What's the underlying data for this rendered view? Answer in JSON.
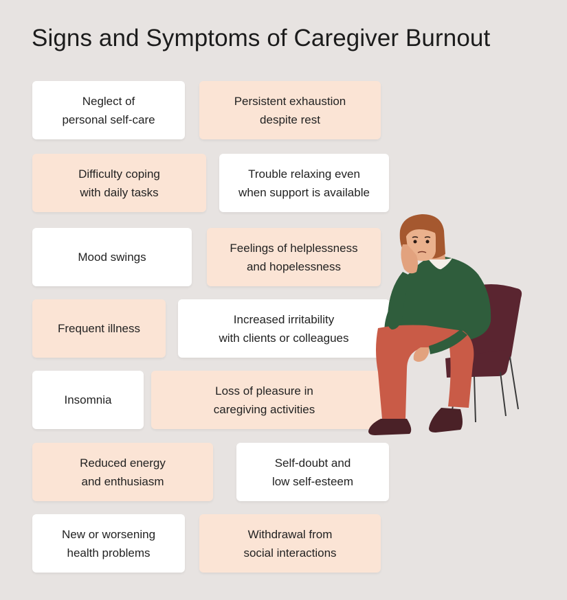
{
  "title": "Signs and Symptoms of Caregiver Burnout",
  "colors": {
    "background": "#e7e3e1",
    "card_white": "#ffffff",
    "card_peach": "#fbe4d5"
  },
  "cards": [
    {
      "lines": [
        "Neglect of",
        "personal self-care"
      ],
      "color": "white"
    },
    {
      "lines": [
        "Persistent exhaustion",
        "despite rest"
      ],
      "color": "peach"
    },
    {
      "lines": [
        "Difficulty coping",
        "with daily tasks"
      ],
      "color": "peach"
    },
    {
      "lines": [
        "Trouble relaxing even",
        "when support is available"
      ],
      "color": "white"
    },
    {
      "lines": [
        "Mood swings"
      ],
      "color": "white"
    },
    {
      "lines": [
        "Feelings of helplessness",
        "and hopelessness"
      ],
      "color": "peach"
    },
    {
      "lines": [
        "Frequent illness"
      ],
      "color": "peach"
    },
    {
      "lines": [
        "Increased irritability",
        "with clients or colleagues"
      ],
      "color": "white"
    },
    {
      "lines": [
        "Insomnia"
      ],
      "color": "white"
    },
    {
      "lines": [
        "Loss of pleasure in",
        "caregiving activities"
      ],
      "color": "peach"
    },
    {
      "lines": [
        "Reduced energy",
        "and enthusiasm"
      ],
      "color": "peach"
    },
    {
      "lines": [
        "Self-doubt and",
        "low self-esteem"
      ],
      "color": "white"
    },
    {
      "lines": [
        "New or worsening",
        "health problems"
      ],
      "color": "white"
    },
    {
      "lines": [
        "Withdrawal from",
        "social interactions"
      ],
      "color": "peach"
    }
  ],
  "illustration": {
    "icon": "tired-woman-sitting-on-chair"
  }
}
